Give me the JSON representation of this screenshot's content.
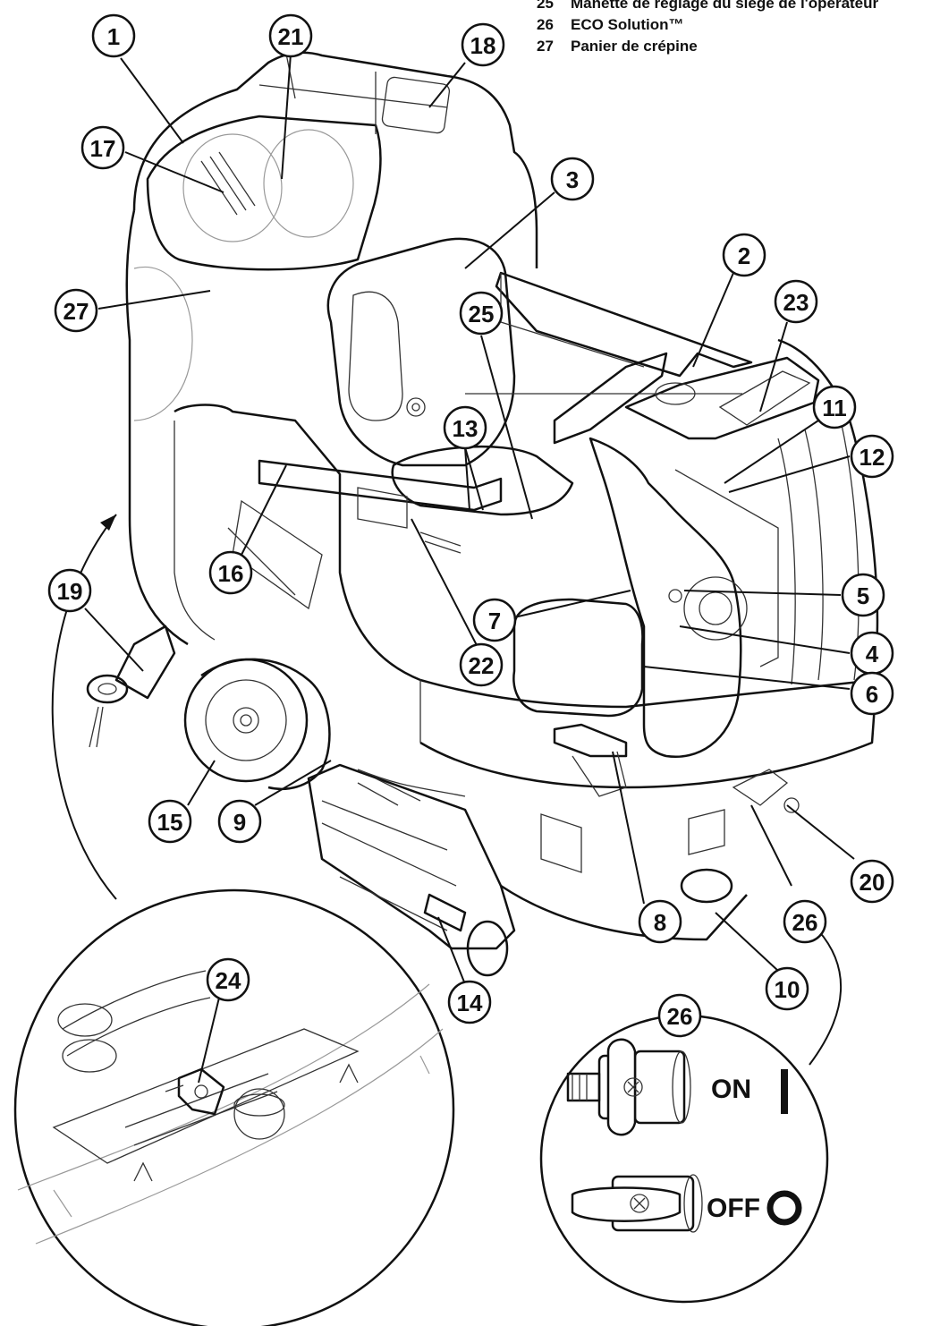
{
  "legend": [
    {
      "num": "25",
      "text": "Manette de réglage du siège de l'opérateur"
    },
    {
      "num": "26",
      "text": "ECO Solution™"
    },
    {
      "num": "27",
      "text": "Panier de crépine"
    }
  ],
  "callouts": [
    "1",
    "21",
    "18",
    "17",
    "3",
    "2",
    "23",
    "27",
    "25",
    "11",
    "12",
    "13",
    "19",
    "16",
    "5",
    "7",
    "4",
    "22",
    "6",
    "15",
    "9",
    "8",
    "20",
    "26",
    "10",
    "14",
    "24"
  ],
  "inset_valve": {
    "callout": "26",
    "on_label": "ON",
    "off_label": "OFF"
  }
}
